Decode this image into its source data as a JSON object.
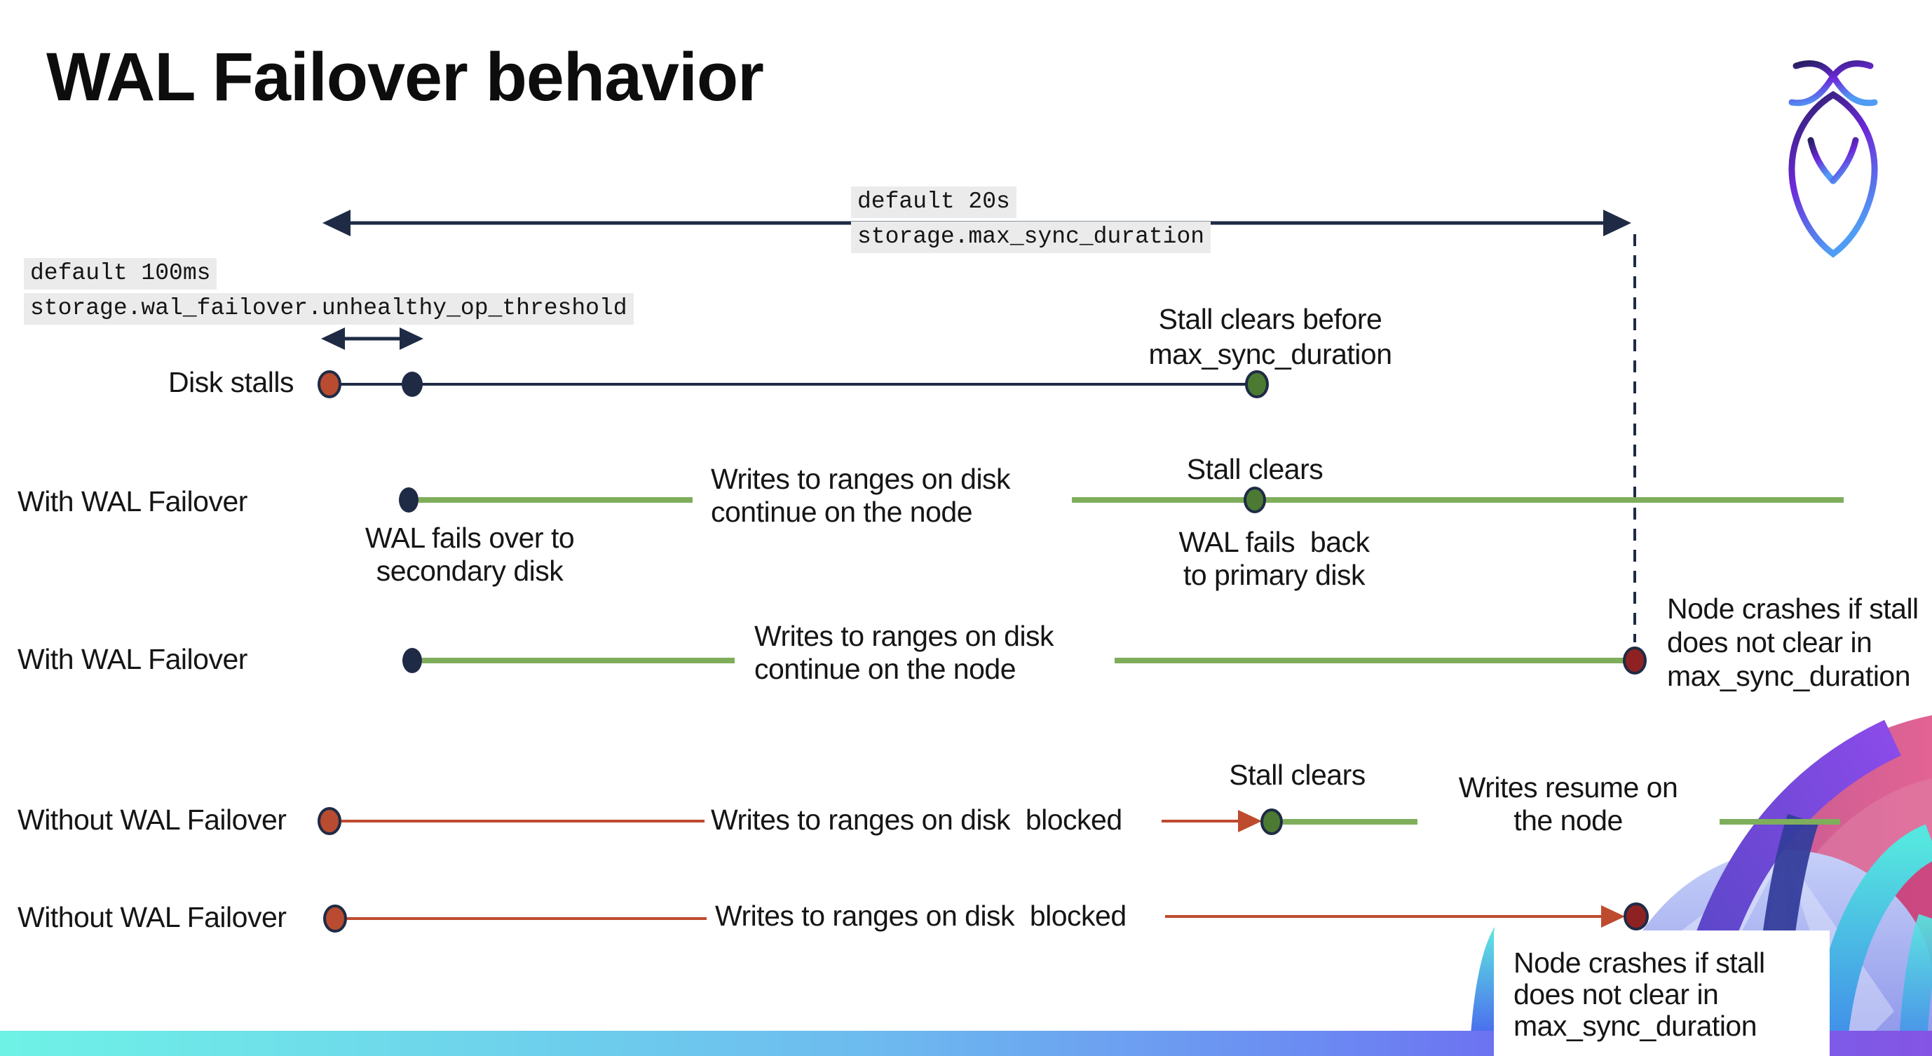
{
  "slide": {
    "title": "WAL Failover behavior"
  },
  "config": {
    "max_sync": {
      "default_value": "default 20s",
      "setting": "storage.max_sync_duration"
    },
    "threshold": {
      "default_value": "default 100ms",
      "setting": "storage.wal_failover.unhealthy_op_threshold"
    }
  },
  "rows": [
    {
      "label": "Disk stalls",
      "stall_clears": "Stall clears before\nmax_sync_duration"
    },
    {
      "label": "With WAL Failover",
      "failover": "WAL fails over to\nsecondary disk",
      "writes": "Writes to ranges on disk\ncontinue on the node",
      "stall_clears": "Stall clears",
      "failback": "WAL fails  back\nto primary disk"
    },
    {
      "label": "With WAL Failover",
      "writes": "Writes to ranges on disk\ncontinue on the node",
      "crash": "Node crashes if stall\ndoes not clear in\nmax_sync_duration"
    },
    {
      "label": "Without WAL Failover",
      "writes": "Writes to ranges on disk  blocked",
      "stall_clears": "Stall clears",
      "resume": "Writes resume on\nthe node"
    },
    {
      "label": "Without WAL Failover",
      "writes": "Writes to ranges on disk  blocked",
      "crash": "Node crashes if stall\ndoes not clear in\nmax_sync_duration"
    }
  ],
  "icons": {
    "logo": "cockroach-logo"
  },
  "colors": {
    "text": "#151515",
    "navy": "#1F2B45",
    "red": "#B84B30",
    "dark_red": "#8E2222",
    "green_dot": "#4C7A33",
    "green_line": "#7FAE5B",
    "red_line": "#BE4B2E",
    "code_bg": "#EBEBEB",
    "bar_aqua": "#6EF2E6",
    "bar_blue": "#6DBBEF",
    "bar_indigo": "#6B8BF2",
    "bar_violet": "#6E66F0",
    "bar_purple": "#8455E4"
  }
}
